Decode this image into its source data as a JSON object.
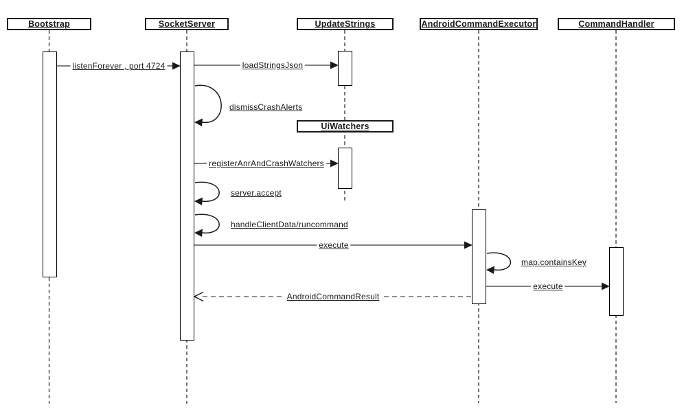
{
  "diagram": {
    "type": "uml-sequence-diagram",
    "participants": [
      {
        "name": "Bootstrap"
      },
      {
        "name": "SocketServer"
      },
      {
        "name": "UpdateStrings"
      },
      {
        "name": "AndroidCommandExecutor"
      },
      {
        "name": "CommandHandler"
      },
      {
        "name": "UiWatchers"
      }
    ],
    "messages": [
      {
        "label": "listenForever , port 4724",
        "from": "Bootstrap",
        "to": "SocketServer",
        "kind": "call"
      },
      {
        "label": "loadStringsJson",
        "from": "SocketServer",
        "to": "UpdateStrings",
        "kind": "call"
      },
      {
        "label": "dismissCrashAlerts",
        "from": "SocketServer",
        "to": "SocketServer",
        "kind": "self"
      },
      {
        "label": "registerAnrAndCrashWatchers",
        "from": "SocketServer",
        "to": "UiWatchers",
        "kind": "call"
      },
      {
        "label": "server.accept",
        "from": "SocketServer",
        "to": "SocketServer",
        "kind": "self"
      },
      {
        "label": "handleClientData/runcommand",
        "from": "SocketServer",
        "to": "SocketServer",
        "kind": "self"
      },
      {
        "label": "execute",
        "from": "SocketServer",
        "to": "AndroidCommandExecutor",
        "kind": "call"
      },
      {
        "label": "map.containsKey",
        "from": "AndroidCommandExecutor",
        "to": "AndroidCommandExecutor",
        "kind": "self"
      },
      {
        "label": "execute",
        "from": "AndroidCommandExecutor",
        "to": "CommandHandler",
        "kind": "call"
      },
      {
        "label": "AndroidCommandResult",
        "from": "AndroidCommandExecutor",
        "to": "SocketServer",
        "kind": "return"
      }
    ],
    "colors": {
      "message_line": "#808080",
      "stroke": "#1a1a1a",
      "background": "#ffffff"
    }
  }
}
